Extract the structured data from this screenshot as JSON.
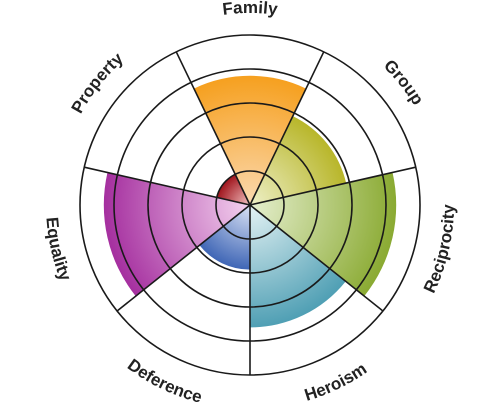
{
  "chart_data": {
    "type": "polar-area",
    "title": "",
    "rings": 5,
    "rmax": 5,
    "grid": true,
    "categories": [
      "Family",
      "Group",
      "Reciprocity",
      "Heroism",
      "Deference",
      "Equality",
      "Property"
    ],
    "values": [
      3.8,
      2.9,
      4.3,
      3.6,
      1.9,
      4.3,
      1.0
    ],
    "colors": {
      "Family": [
        "#fbd9b0",
        "#f6a01f"
      ],
      "Group": [
        "#eef0c8",
        "#b8b62a"
      ],
      "Reciprocity": [
        "#e6efcf",
        "#8aaa32"
      ],
      "Heroism": [
        "#e4f2f4",
        "#4f9fb4"
      ],
      "Deference": [
        "#dbe3f5",
        "#3f66b6"
      ],
      "Equality": [
        "#f4d2ef",
        "#a52f9f"
      ],
      "Property": [
        "#f3c3c3",
        "#a0141c"
      ]
    }
  }
}
